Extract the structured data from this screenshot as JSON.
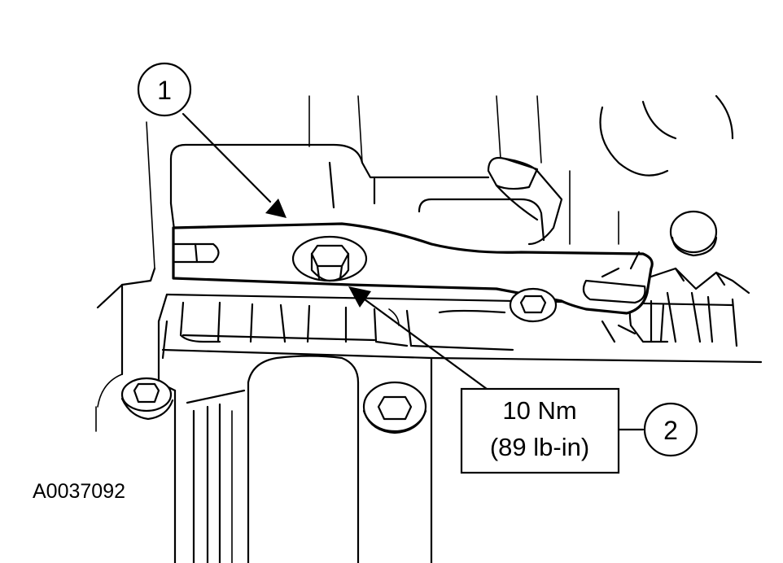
{
  "callouts": {
    "c1": {
      "number": "1"
    },
    "c2": {
      "number": "2"
    }
  },
  "torque_spec": {
    "line1": "10 Nm",
    "line2": "(89 lb-in)"
  },
  "figure_id": "A0037092",
  "colors": {
    "ink": "#000000",
    "paper": "#ffffff"
  }
}
